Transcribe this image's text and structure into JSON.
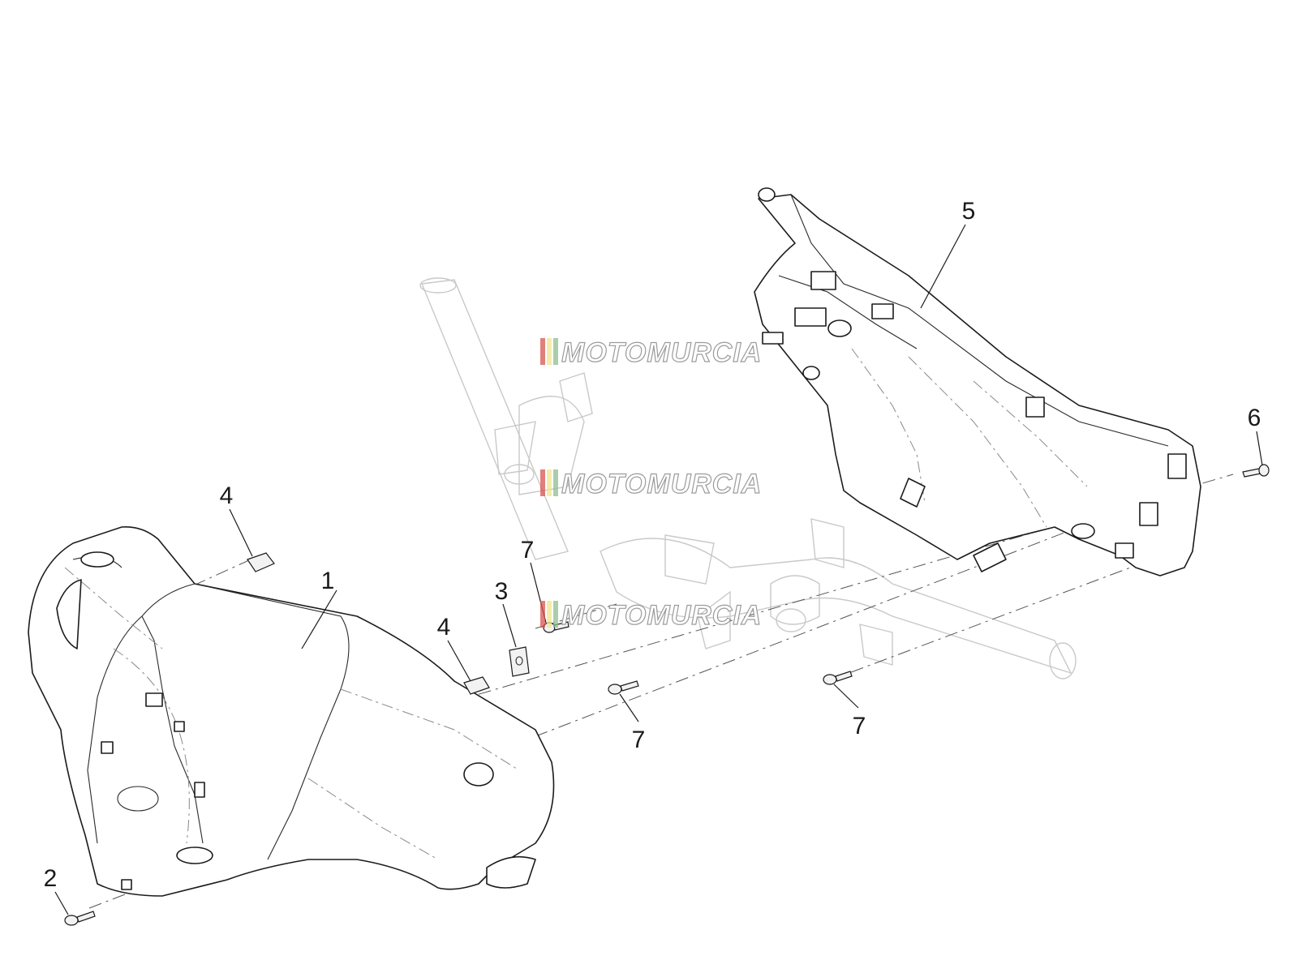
{
  "diagram": {
    "callouts": [
      {
        "id": "callout-1",
        "label": "1"
      },
      {
        "id": "callout-2",
        "label": "2"
      },
      {
        "id": "callout-3",
        "label": "3"
      },
      {
        "id": "callout-4a",
        "label": "4"
      },
      {
        "id": "callout-4b",
        "label": "4"
      },
      {
        "id": "callout-5",
        "label": "5"
      },
      {
        "id": "callout-6",
        "label": "6"
      },
      {
        "id": "callout-7a",
        "label": "7"
      },
      {
        "id": "callout-7b",
        "label": "7"
      },
      {
        "id": "callout-7c",
        "label": "7"
      }
    ],
    "watermark": {
      "text": "MOTOMURCIA",
      "stripe_colors": [
        "#d9534f",
        "#f0e68c",
        "#8fbc8f"
      ]
    }
  }
}
